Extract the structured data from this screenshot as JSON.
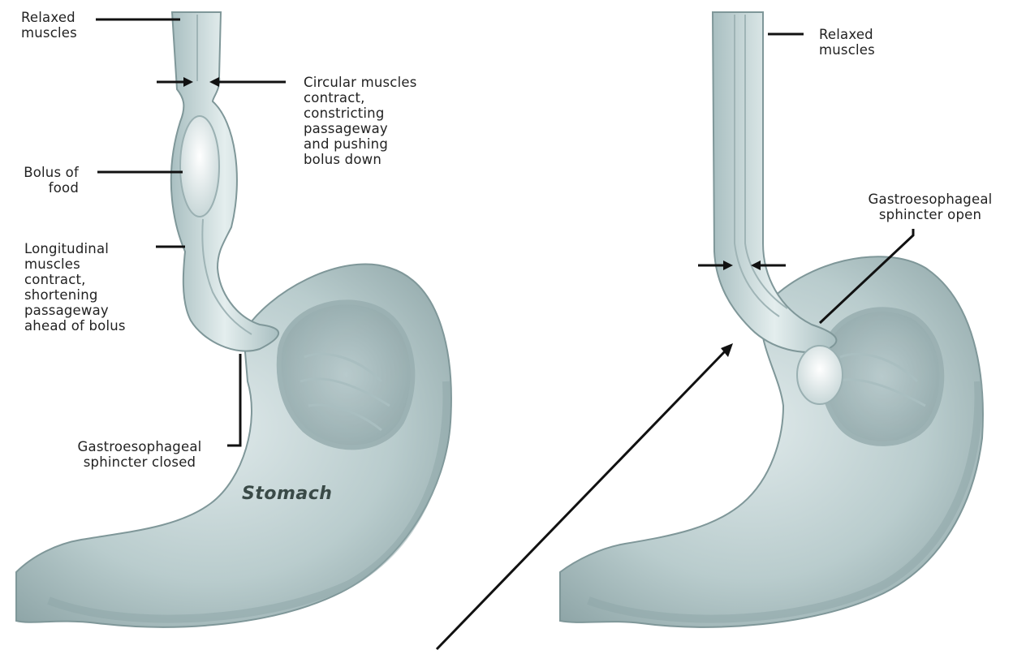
{
  "colors": {
    "tissue_light": "#d9e6e7",
    "tissue_mid": "#b6cacc",
    "tissue_dark": "#8ca4a6",
    "lumen": "#f1f6f6",
    "leader": "#111111"
  },
  "left_panel": {
    "relaxed_muscles": "Relaxed\nmuscles",
    "circular_muscles": "Circular muscles\ncontract,\nconstricting\npassageway\nand pushing\nbolus down",
    "bolus": "Bolus of\nfood",
    "longitudinal": "Longitudinal\nmuscles\ncontract,\nshortening\npassageway\nahead of bolus",
    "sphincter_closed": "Gastroesophageal\nsphincter closed",
    "stomach": "Stomach"
  },
  "right_panel": {
    "relaxed_muscles": "Relaxed\nmuscles",
    "sphincter_open": "Gastroesophageal\nsphincter open"
  }
}
